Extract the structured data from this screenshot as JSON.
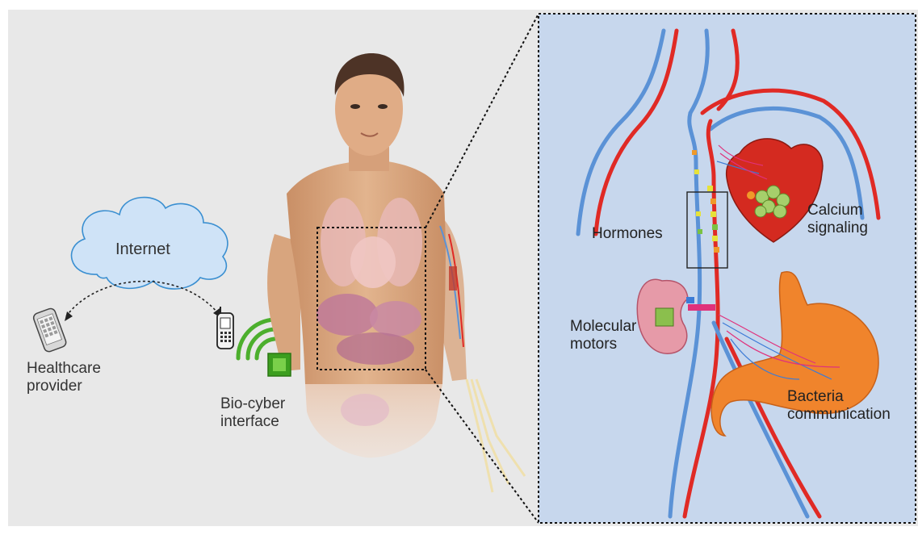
{
  "labels": {
    "internet": "Internet",
    "healthcare_line1": "Healthcare",
    "healthcare_line2": "provider",
    "biocyber_line1": "Bio-cyber",
    "biocyber_line2": "interface",
    "hormones": "Hormones",
    "calcium_line1": "Calcium",
    "calcium_line2": "signaling",
    "molecular_line1": "Molecular",
    "molecular_line2": "motors",
    "bacteria_line1": "Bacteria",
    "bacteria_line2": "communication"
  },
  "colors": {
    "background": "#e8e8e8",
    "cloud_fill": "#cfe3f7",
    "cloud_stroke": "#3a8fd1",
    "zoom_panel": "#c7d7ed",
    "artery": "#e02a25",
    "vein": "#5b92d6",
    "heart": "#d42a20",
    "kidney": "#e69aa8",
    "stomach": "#f0842c",
    "wireless_waves": "#4caf2d",
    "interface_chip": "#5cbf2a",
    "skin": "#d9a882"
  },
  "icons": [
    "cloud-icon",
    "smartphone-icon",
    "cellphone-icon",
    "wireless-waves-icon",
    "chip-icon",
    "heart-icon",
    "kidney-icon",
    "stomach-icon"
  ]
}
